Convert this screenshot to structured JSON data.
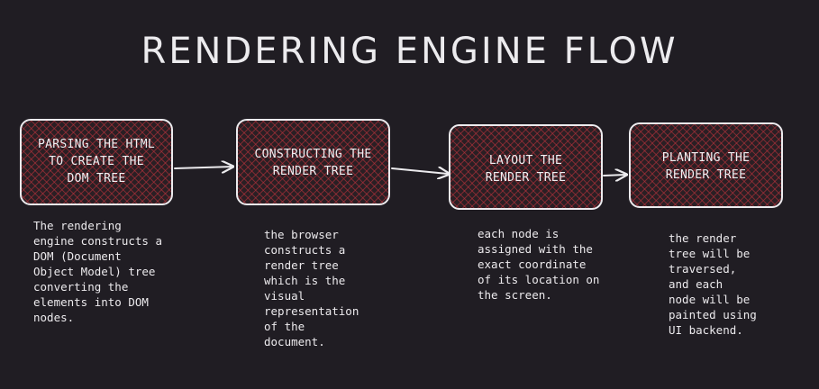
{
  "diagram": {
    "title": "RENDERING ENGINE FLOW",
    "steps": [
      {
        "label": "PARSING THE HTML\nTO CREATE THE\nDOM TREE",
        "description": "The rendering\nengine constructs a\nDOM (Document\nObject Model) tree\nconverting the\nelements into DOM\nnodes."
      },
      {
        "label": "CONSTRUCTING THE\nRENDER TREE",
        "description": "the browser\nconstructs a\nrender tree\nwhich is the\nvisual\nrepresentation\nof the\ndocument."
      },
      {
        "label": "LAYOUT THE\nRENDER TREE",
        "description": "each node is\nassigned with the\nexact coordinate\nof its location on\nthe screen."
      },
      {
        "label": "PLANTING THE\nRENDER TREE",
        "description": "the render\ntree will be\ntraversed,\nand each\nnode will be\npainted using\nUI backend."
      }
    ],
    "colors": {
      "background": "#201d23",
      "stroke": "#ecebee",
      "hatch": "#be323c"
    }
  }
}
